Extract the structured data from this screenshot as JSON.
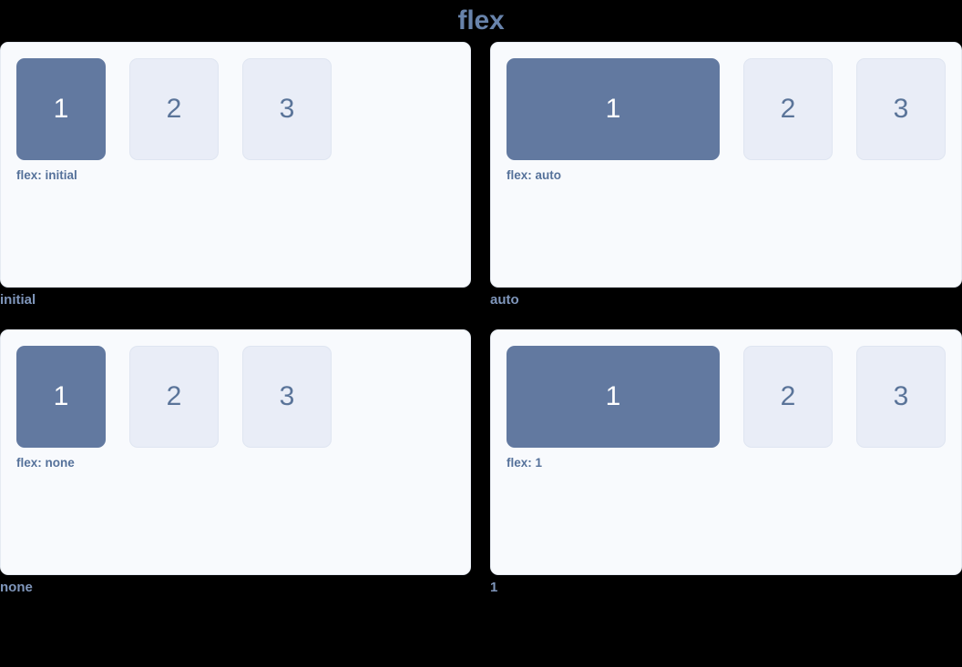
{
  "title": "flex",
  "theme": {
    "page_background": "#000000",
    "panel_background": "#f8fafd",
    "panel_border": "#e6ebf2",
    "title_color": "#6883ab",
    "caption_color": "#7f96bb",
    "code_label_color": "#55719a",
    "box_primary_fill": "#6279a0",
    "box_primary_text": "#ffffff",
    "box_default_fill": "#e9edf7",
    "box_default_border": "#dfe5f1",
    "box_default_text": "#5a7499"
  },
  "demos": [
    {
      "caption": "initial",
      "code_label": "flex: initial",
      "mode": "initial",
      "boxes": [
        {
          "label": "1",
          "primary": true
        },
        {
          "label": "2",
          "primary": false
        },
        {
          "label": "3",
          "primary": false
        }
      ]
    },
    {
      "caption": "auto",
      "code_label": "flex: auto",
      "mode": "auto",
      "boxes": [
        {
          "label": "1",
          "primary": true
        },
        {
          "label": "2",
          "primary": false
        },
        {
          "label": "3",
          "primary": false
        }
      ]
    },
    {
      "caption": "none",
      "code_label": "flex: none",
      "mode": "none",
      "boxes": [
        {
          "label": "1",
          "primary": true
        },
        {
          "label": "2",
          "primary": false
        },
        {
          "label": "3",
          "primary": false
        }
      ]
    },
    {
      "caption": "1",
      "code_label": "flex: 1",
      "mode": "1",
      "boxes": [
        {
          "label": "1",
          "primary": true
        },
        {
          "label": "2",
          "primary": false
        },
        {
          "label": "3",
          "primary": false
        }
      ]
    }
  ]
}
